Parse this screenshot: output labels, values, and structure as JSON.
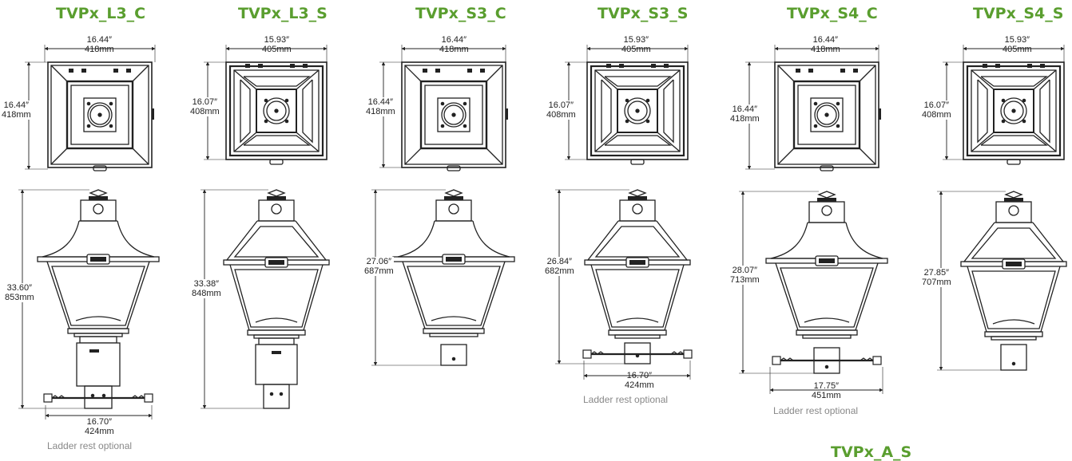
{
  "palette": {
    "title": "#5a9e2f",
    "line": "#222222",
    "note": "#888888"
  },
  "models": [
    {
      "title": "TVPx_L3_C",
      "top_width": [
        "16.44″",
        "418mm"
      ],
      "top_height": [
        "16.44″",
        "418mm"
      ],
      "side_height": [
        "33.60″",
        "853mm"
      ],
      "base_width": [
        "16.70″",
        "424mm"
      ],
      "note": "Ladder rest optional"
    },
    {
      "title": "TVPx_L3_S",
      "top_width": [
        "15.93″",
        "405mm"
      ],
      "top_height": [
        "16.07″",
        "408mm"
      ],
      "side_height": [
        "33.38″",
        "848mm"
      ]
    },
    {
      "title": "TVPx_S3_C",
      "top_width": [
        "16.44″",
        "418mm"
      ],
      "top_height": [
        "16.44″",
        "418mm"
      ],
      "side_height": [
        "27.06″",
        "687mm"
      ]
    },
    {
      "title": "TVPx_S3_S",
      "top_width": [
        "15.93″",
        "405mm"
      ],
      "top_height": [
        "16.07″",
        "408mm"
      ],
      "side_height": [
        "26.84″",
        "682mm"
      ],
      "base_width": [
        "16.70″",
        "424mm"
      ],
      "note": "Ladder rest optional"
    },
    {
      "title": "TVPx_S4_C",
      "top_width": [
        "16.44″",
        "418mm"
      ],
      "top_height": [
        "16.44″",
        "418mm"
      ],
      "side_height": [
        "28.07″",
        "713mm"
      ],
      "base_width": [
        "17.75″",
        "451mm"
      ],
      "note": "Ladder rest optional"
    },
    {
      "title": "TVPx_S4_S",
      "top_width": [
        "15.93″",
        "405mm"
      ],
      "top_height": [
        "16.07″",
        "408mm"
      ],
      "side_height": [
        "27.85″",
        "707mm"
      ]
    }
  ],
  "footer_title": "TVPx_A_S"
}
